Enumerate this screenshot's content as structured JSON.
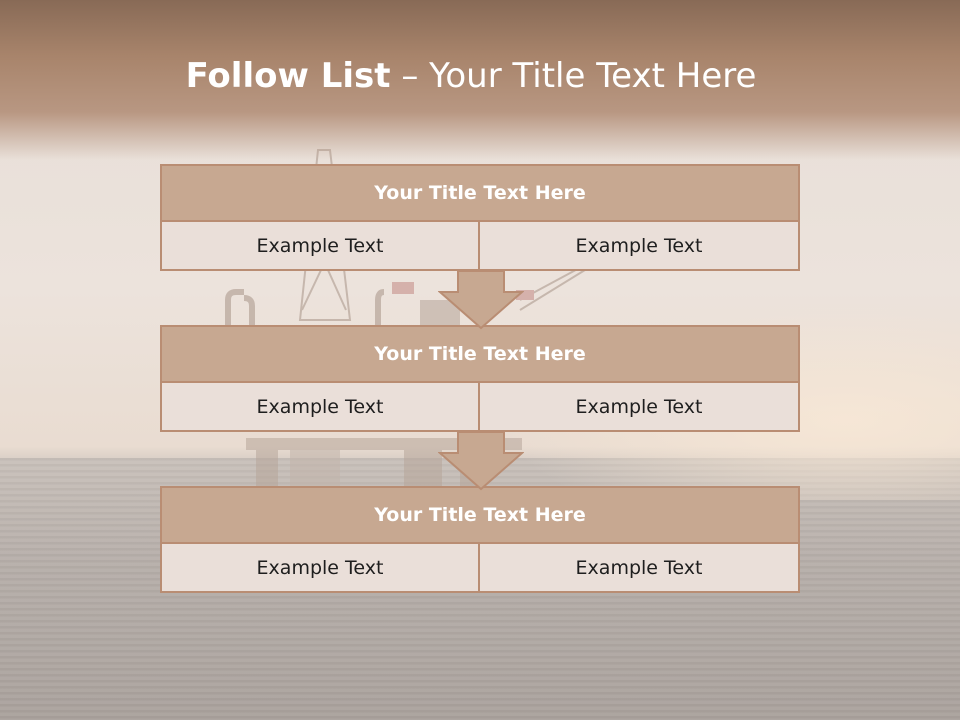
{
  "slide": {
    "title_bold": "Follow List",
    "title_rest": " – Your Title Text Here",
    "colors": {
      "header_fill": "#c7a891",
      "border": "#b98d73",
      "cell_fill": "#eadfd9",
      "arrow_fill": "#c7a891"
    }
  },
  "blocks": [
    {
      "title": "Your Title Text Here",
      "left": "Example Text",
      "right": "Example Text"
    },
    {
      "title": "Your Title Text Here",
      "left": "Example Text",
      "right": "Example Text"
    },
    {
      "title": "Your Title Text Here",
      "left": "Example Text",
      "right": "Example Text"
    }
  ]
}
